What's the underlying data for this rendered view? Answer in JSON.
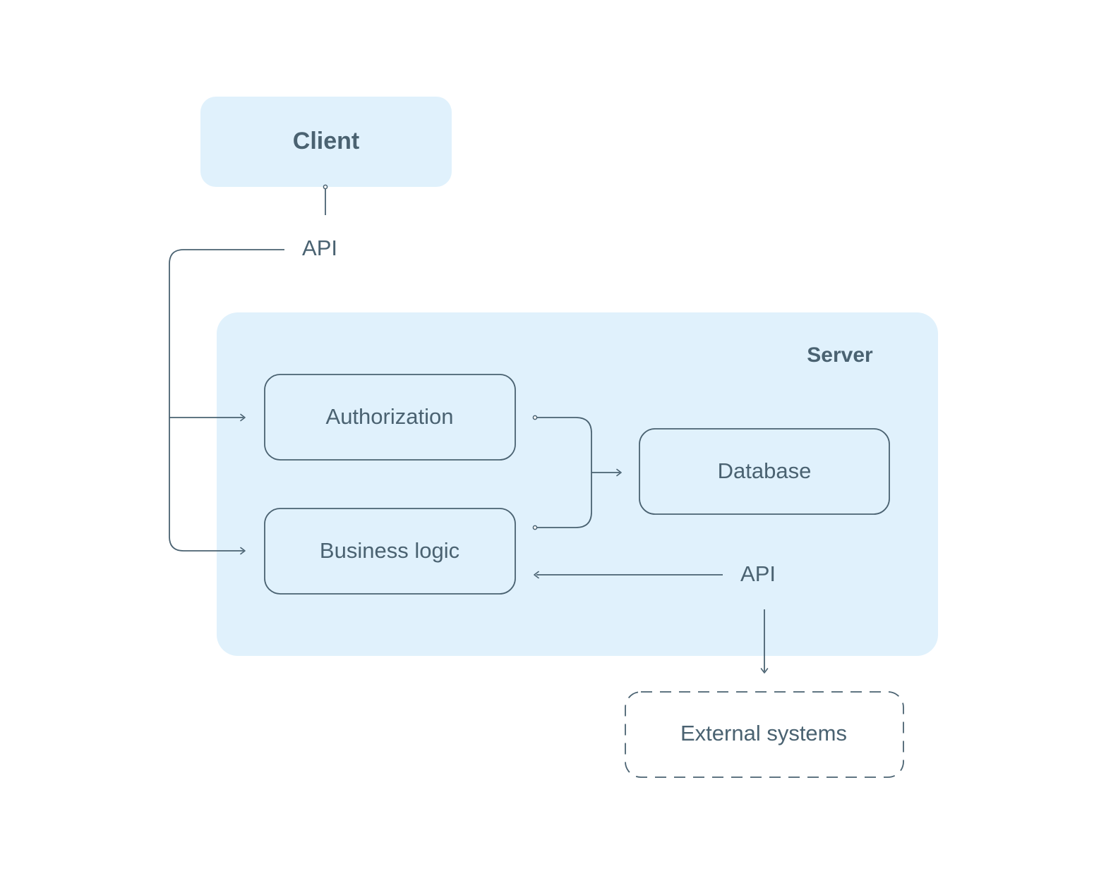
{
  "diagram": {
    "client": {
      "label": "Client"
    },
    "client_api": {
      "label": "API"
    },
    "server": {
      "label": "Server"
    },
    "authorization": {
      "label": "Authorization"
    },
    "business_logic": {
      "label": "Business logic"
    },
    "database": {
      "label": "Database"
    },
    "server_api": {
      "label": "API"
    },
    "external_systems": {
      "label": "External systems"
    }
  },
  "colors": {
    "box_fill": "#e0f1fc",
    "line": "#4a6271",
    "text": "#4a6271"
  }
}
